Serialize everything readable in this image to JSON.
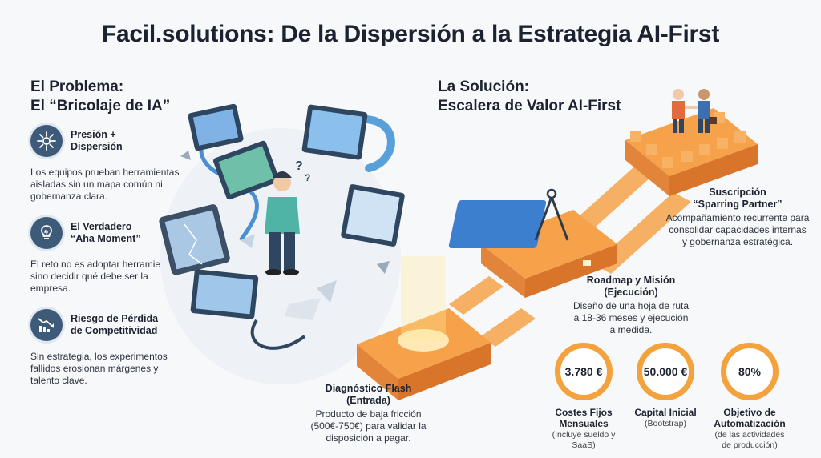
{
  "title": "Facil.solutions: De la Dispersión a la Estrategia AI-First",
  "problem": {
    "title_line1": "El Problema:",
    "title_line2": "El “Bricolaje de IA”",
    "items": [
      {
        "icon": "dispersion-icon",
        "head_line1": "Presión +",
        "head_line2": "Dispersión",
        "desc": "Los equipos prueban herramientas aisladas sin un mapa común ni gobernanza clara."
      },
      {
        "icon": "lightbulb-icon",
        "head_line1": "El Verdadero",
        "head_line2": "“Aha Moment”",
        "desc": "El reto no es adoptar herramientas, sino decidir qué debe ser la empresa."
      },
      {
        "icon": "declining-chart-icon",
        "head_line1": "Riesgo de Pérdida",
        "head_line2": "de Competitividad",
        "desc": "Sin estrategia, los experimentos fallidos erosionan márgenes y talento clave."
      }
    ]
  },
  "solution": {
    "title_line1": "La Solución:",
    "title_line2": "Escalera de Valor AI-First",
    "stages": [
      {
        "head_line1": "Diagnóstico Flash",
        "head_line2": "(Entrada)",
        "desc": "Producto de baja fricción (500€-750€) para validar la disposición a pagar."
      },
      {
        "head_line1": "Roadmap y Misión",
        "head_line2": "(Ejecución)",
        "desc": "Diseño de una hoja de ruta a 18-36 meses y ejecución a medida."
      },
      {
        "head_line1": "Suscripción",
        "head_line2": "“Sparring Partner”",
        "desc": "Acompañamiento recurrente para consolidar capacidades internas y gobernanza estratégica."
      }
    ]
  },
  "kpis": [
    {
      "value": "3.780 €",
      "head_line1": "Costes Fijos",
      "head_line2": "Mensuales",
      "sub_line1": "(Incluye sueldo y",
      "sub_line2": "SaaS)"
    },
    {
      "value": "50.000 €",
      "head_line1": "Capital Inicial",
      "head_line2": "",
      "sub_line1": "(Bootstrap)",
      "sub_line2": ""
    },
    {
      "value": "80%",
      "head_line1": "Objetivo de",
      "head_line2": "Automatización",
      "sub_line1": "(de las actividades",
      "sub_line2": "de producción)"
    }
  ],
  "colors": {
    "accent_orange": "#f3a23d",
    "icon_navy": "#3d5a78",
    "screen_blue": "#4a8fd4"
  }
}
